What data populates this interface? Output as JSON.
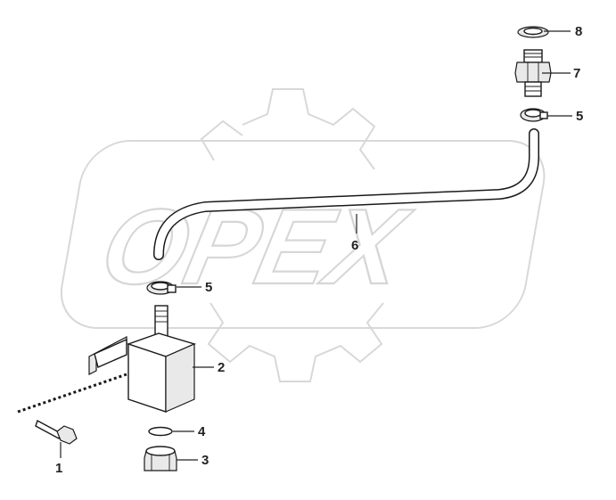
{
  "watermark": {
    "text": "OPEX"
  },
  "callouts": [
    {
      "id": "c1",
      "label": "1"
    },
    {
      "id": "c2",
      "label": "2"
    },
    {
      "id": "c3",
      "label": "3"
    },
    {
      "id": "c4",
      "label": "4"
    },
    {
      "id": "c5a",
      "label": "5"
    },
    {
      "id": "c5b",
      "label": "5"
    },
    {
      "id": "c6",
      "label": "6"
    },
    {
      "id": "c7",
      "label": "7"
    },
    {
      "id": "c8",
      "label": "8"
    }
  ]
}
